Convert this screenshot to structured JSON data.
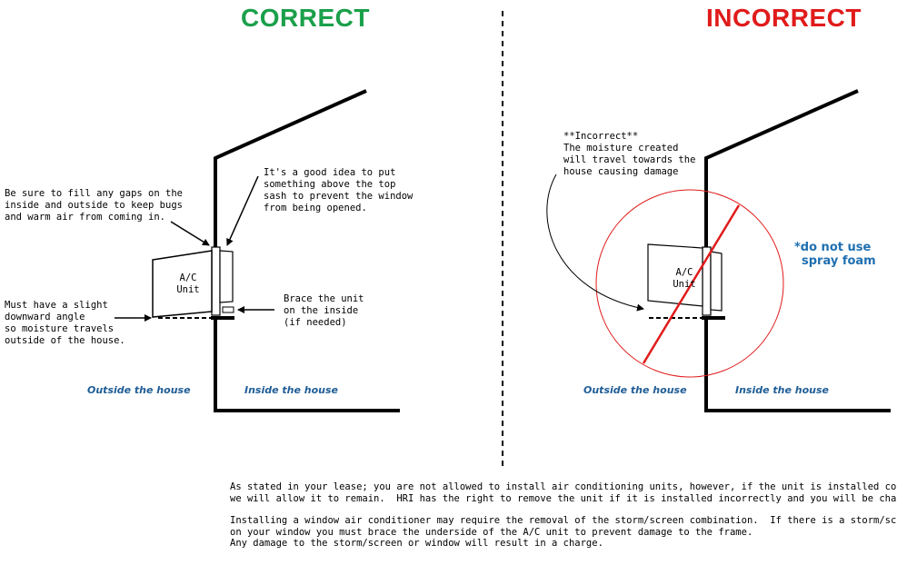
{
  "headings": {
    "correct": "CORRECT",
    "incorrect": "INCORRECT"
  },
  "colors": {
    "correct": "#1aa04a",
    "incorrect": "#e01b1b",
    "note_blue": "#1f6fb0",
    "label_blue": "#1f5d96"
  },
  "correct_panel": {
    "gap_note": "Be sure to fill any gaps on the\ninside and outside to keep bugs\nand warm air from coming in.",
    "top_sash_note": "It's a good idea to put\nsomething above the top\nsash to prevent the window\nfrom being opened.",
    "angle_note": "Must have a slight\ndownward angle\nso moisture travels\noutside of the house.",
    "brace_note": "Brace the unit\non the inside\n(if needed)",
    "unit_label_line1": "A/C",
    "unit_label_line2": "Unit",
    "outside_label": "Outside the house",
    "inside_label": "Inside the house"
  },
  "incorrect_panel": {
    "moisture_note": "**Incorrect**\nThe moisture created\nwill travel towards the\nhouse causing damage",
    "spray_foam_line1": "*do not use",
    "spray_foam_line2": "spray foam",
    "unit_label_line1": "A/C",
    "unit_label_line2": "Unit",
    "outside_label": "Outside the house",
    "inside_label": "Inside the house"
  },
  "footer": {
    "paragraph1": "As stated in your lease; you are not allowed to install air conditioning units, however, if the unit is installed correctly\nwe will allow it to remain.  HRI has the right to remove the unit if it is installed incorrectly and you will be charged.",
    "paragraph2": "Installing a window air conditioner may require the removal of the storm/screen combination.  If there is a storm/screen\non your window you must brace the underside of the A/C unit to prevent damage to the frame.\nAny damage to the storm/screen or window will result in a charge."
  }
}
